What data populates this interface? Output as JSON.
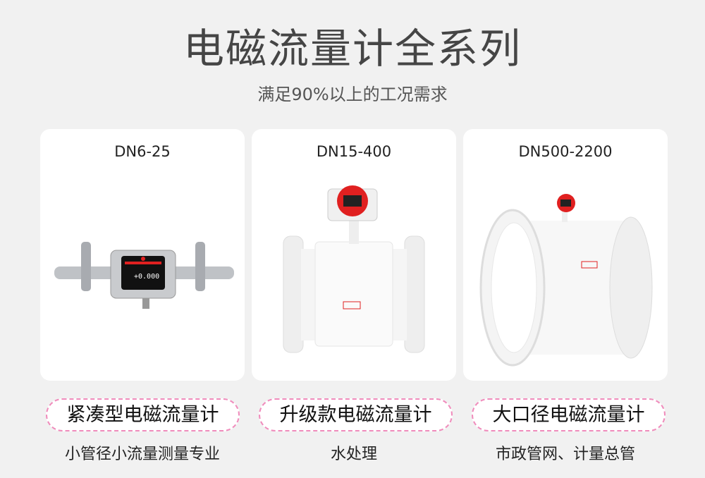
{
  "title": "电磁流量计全系列",
  "subtitle": "满足90%以上的工况需求",
  "products": [
    {
      "size": "DN6-25",
      "name": "紧凑型电磁流量计",
      "desc": "小管径小流量测量专业",
      "display": "+0.000"
    },
    {
      "size": "DN15-400",
      "name": "升级款电磁流量计",
      "desc": "水处理"
    },
    {
      "size": "DN500-2200",
      "name": "大口径电磁流量计",
      "desc": "市政管网、计量总管"
    }
  ],
  "colors": {
    "accent": "#e02020",
    "pill_border": "#f08cbc"
  }
}
